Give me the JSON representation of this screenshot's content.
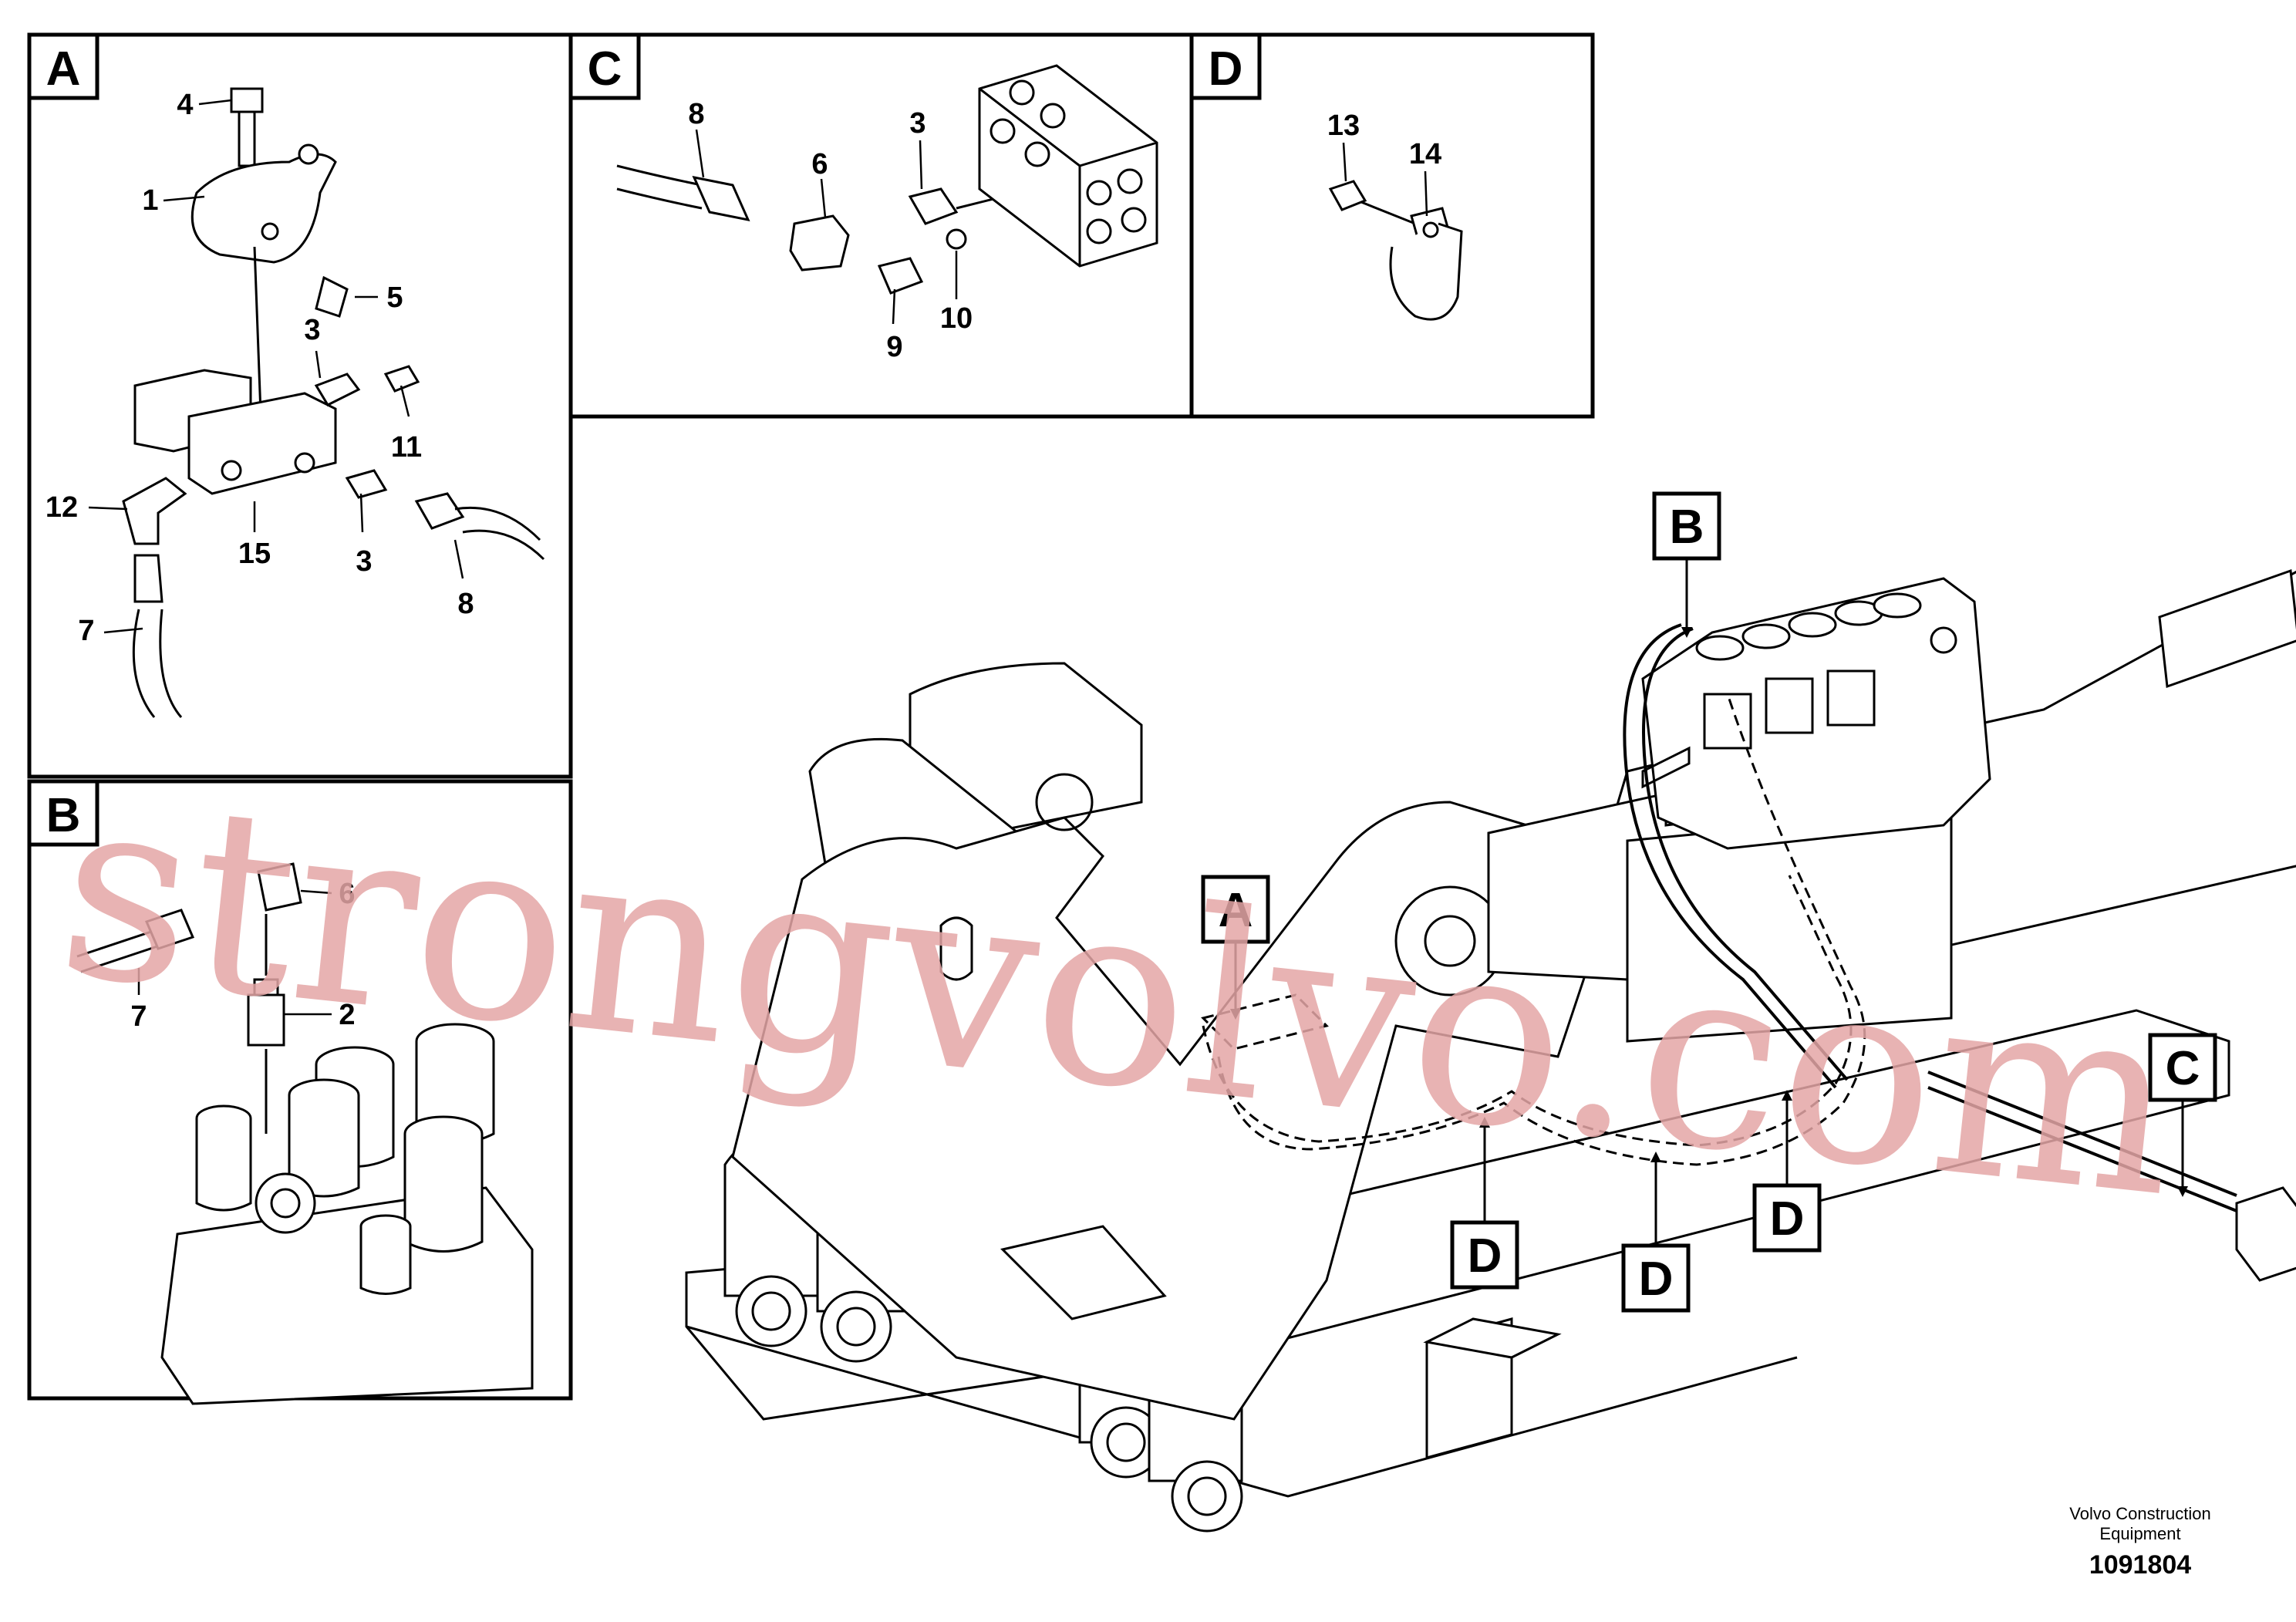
{
  "panels": [
    {
      "letter": "A",
      "labels": [
        "4",
        "1",
        "5",
        "3",
        "11",
        "12",
        "15",
        "3",
        "8",
        "7"
      ]
    },
    {
      "letter": "B",
      "labels": [
        "6",
        "2",
        "7"
      ]
    },
    {
      "letter": "C",
      "labels": [
        "8",
        "6",
        "3",
        "9",
        "10"
      ]
    },
    {
      "letter": "D",
      "labels": [
        "13",
        "14"
      ]
    }
  ],
  "main_callouts": [
    "B",
    "A",
    "C",
    "D",
    "D",
    "D"
  ],
  "watermark": "strongvolvo.com",
  "footer": {
    "company_line1": "Volvo Construction",
    "company_line2": "Equipment",
    "drawing_number": "1091804"
  }
}
